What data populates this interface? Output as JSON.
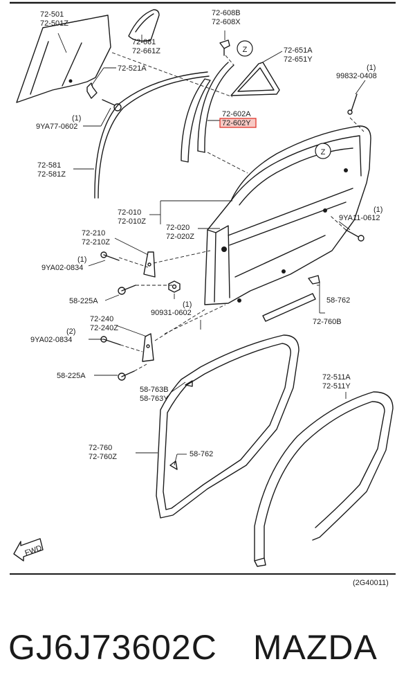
{
  "labels": {
    "l_72_501": "72-501",
    "l_72_501z": "72-501Z",
    "l_72_661": "72-661",
    "l_72_661z": "72-661Z",
    "l_72_608b": "72-608B",
    "l_72_608x": "72-608X",
    "l_72_651a": "72-651A",
    "l_72_651y": "72-651Y",
    "l_72_521a": "72-521A",
    "l_99832_1": "(1)",
    "l_99832": "99832-0408",
    "l_9ya77_1": "(1)",
    "l_9ya77": "9YA77-0602",
    "l_72_602a": "72-602A",
    "l_72_602y": "72-602Y",
    "l_72_581": "72-581",
    "l_72_581z": "72-581Z",
    "l_72_010": "72-010",
    "l_72_010z": "72-010Z",
    "l_72_020": "72-020",
    "l_72_020z": "72-020Z",
    "l_9ya11_1": "(1)",
    "l_9ya11": "9YA11-0612",
    "l_72_210": "72-210",
    "l_72_210z": "72-210Z",
    "l_9ya02a_1": "(1)",
    "l_9ya02a": "9YA02-0834",
    "l_58_225a_1": "58-225A",
    "l_90931_1": "(1)",
    "l_90931": "90931-0602",
    "l_58_762a": "58-762",
    "l_72_760b": "72-760B",
    "l_72_240": "72-240",
    "l_72_240z": "72-240Z",
    "l_9ya02b_2": "(2)",
    "l_9ya02b": "9YA02-0834",
    "l_58_225a_2": "58-225A",
    "l_58_763b": "58-763B",
    "l_58_763y": "58-763Y",
    "l_72_511a": "72-511A",
    "l_72_511y": "72-511Y",
    "l_72_760": "72-760",
    "l_72_760z": "72-760Z",
    "l_58_762b": "58-762",
    "l_z1": "Z",
    "l_z2": "Z",
    "l_fwd": "FWD",
    "l_code": "(2G40011)"
  },
  "highlight_color": "#e0352b",
  "highlight_fill": "#f7c9c4",
  "footer": {
    "part_number": "GJ6J73602C",
    "brand": "MAZDA"
  }
}
